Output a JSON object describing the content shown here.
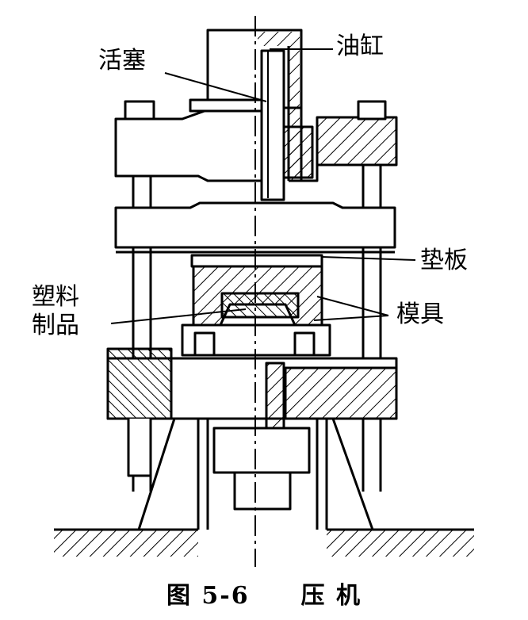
{
  "labels": {
    "piston": "活塞",
    "cylinder": "油缸",
    "pad_plate": "垫板",
    "plastic_product_line1": "塑料",
    "plastic_product_line2": "制品",
    "mold": "模具"
  },
  "caption": {
    "figure_number": "图 5-6",
    "title": "压  机"
  },
  "colors": {
    "ink": "#000000",
    "paper": "#ffffff"
  }
}
